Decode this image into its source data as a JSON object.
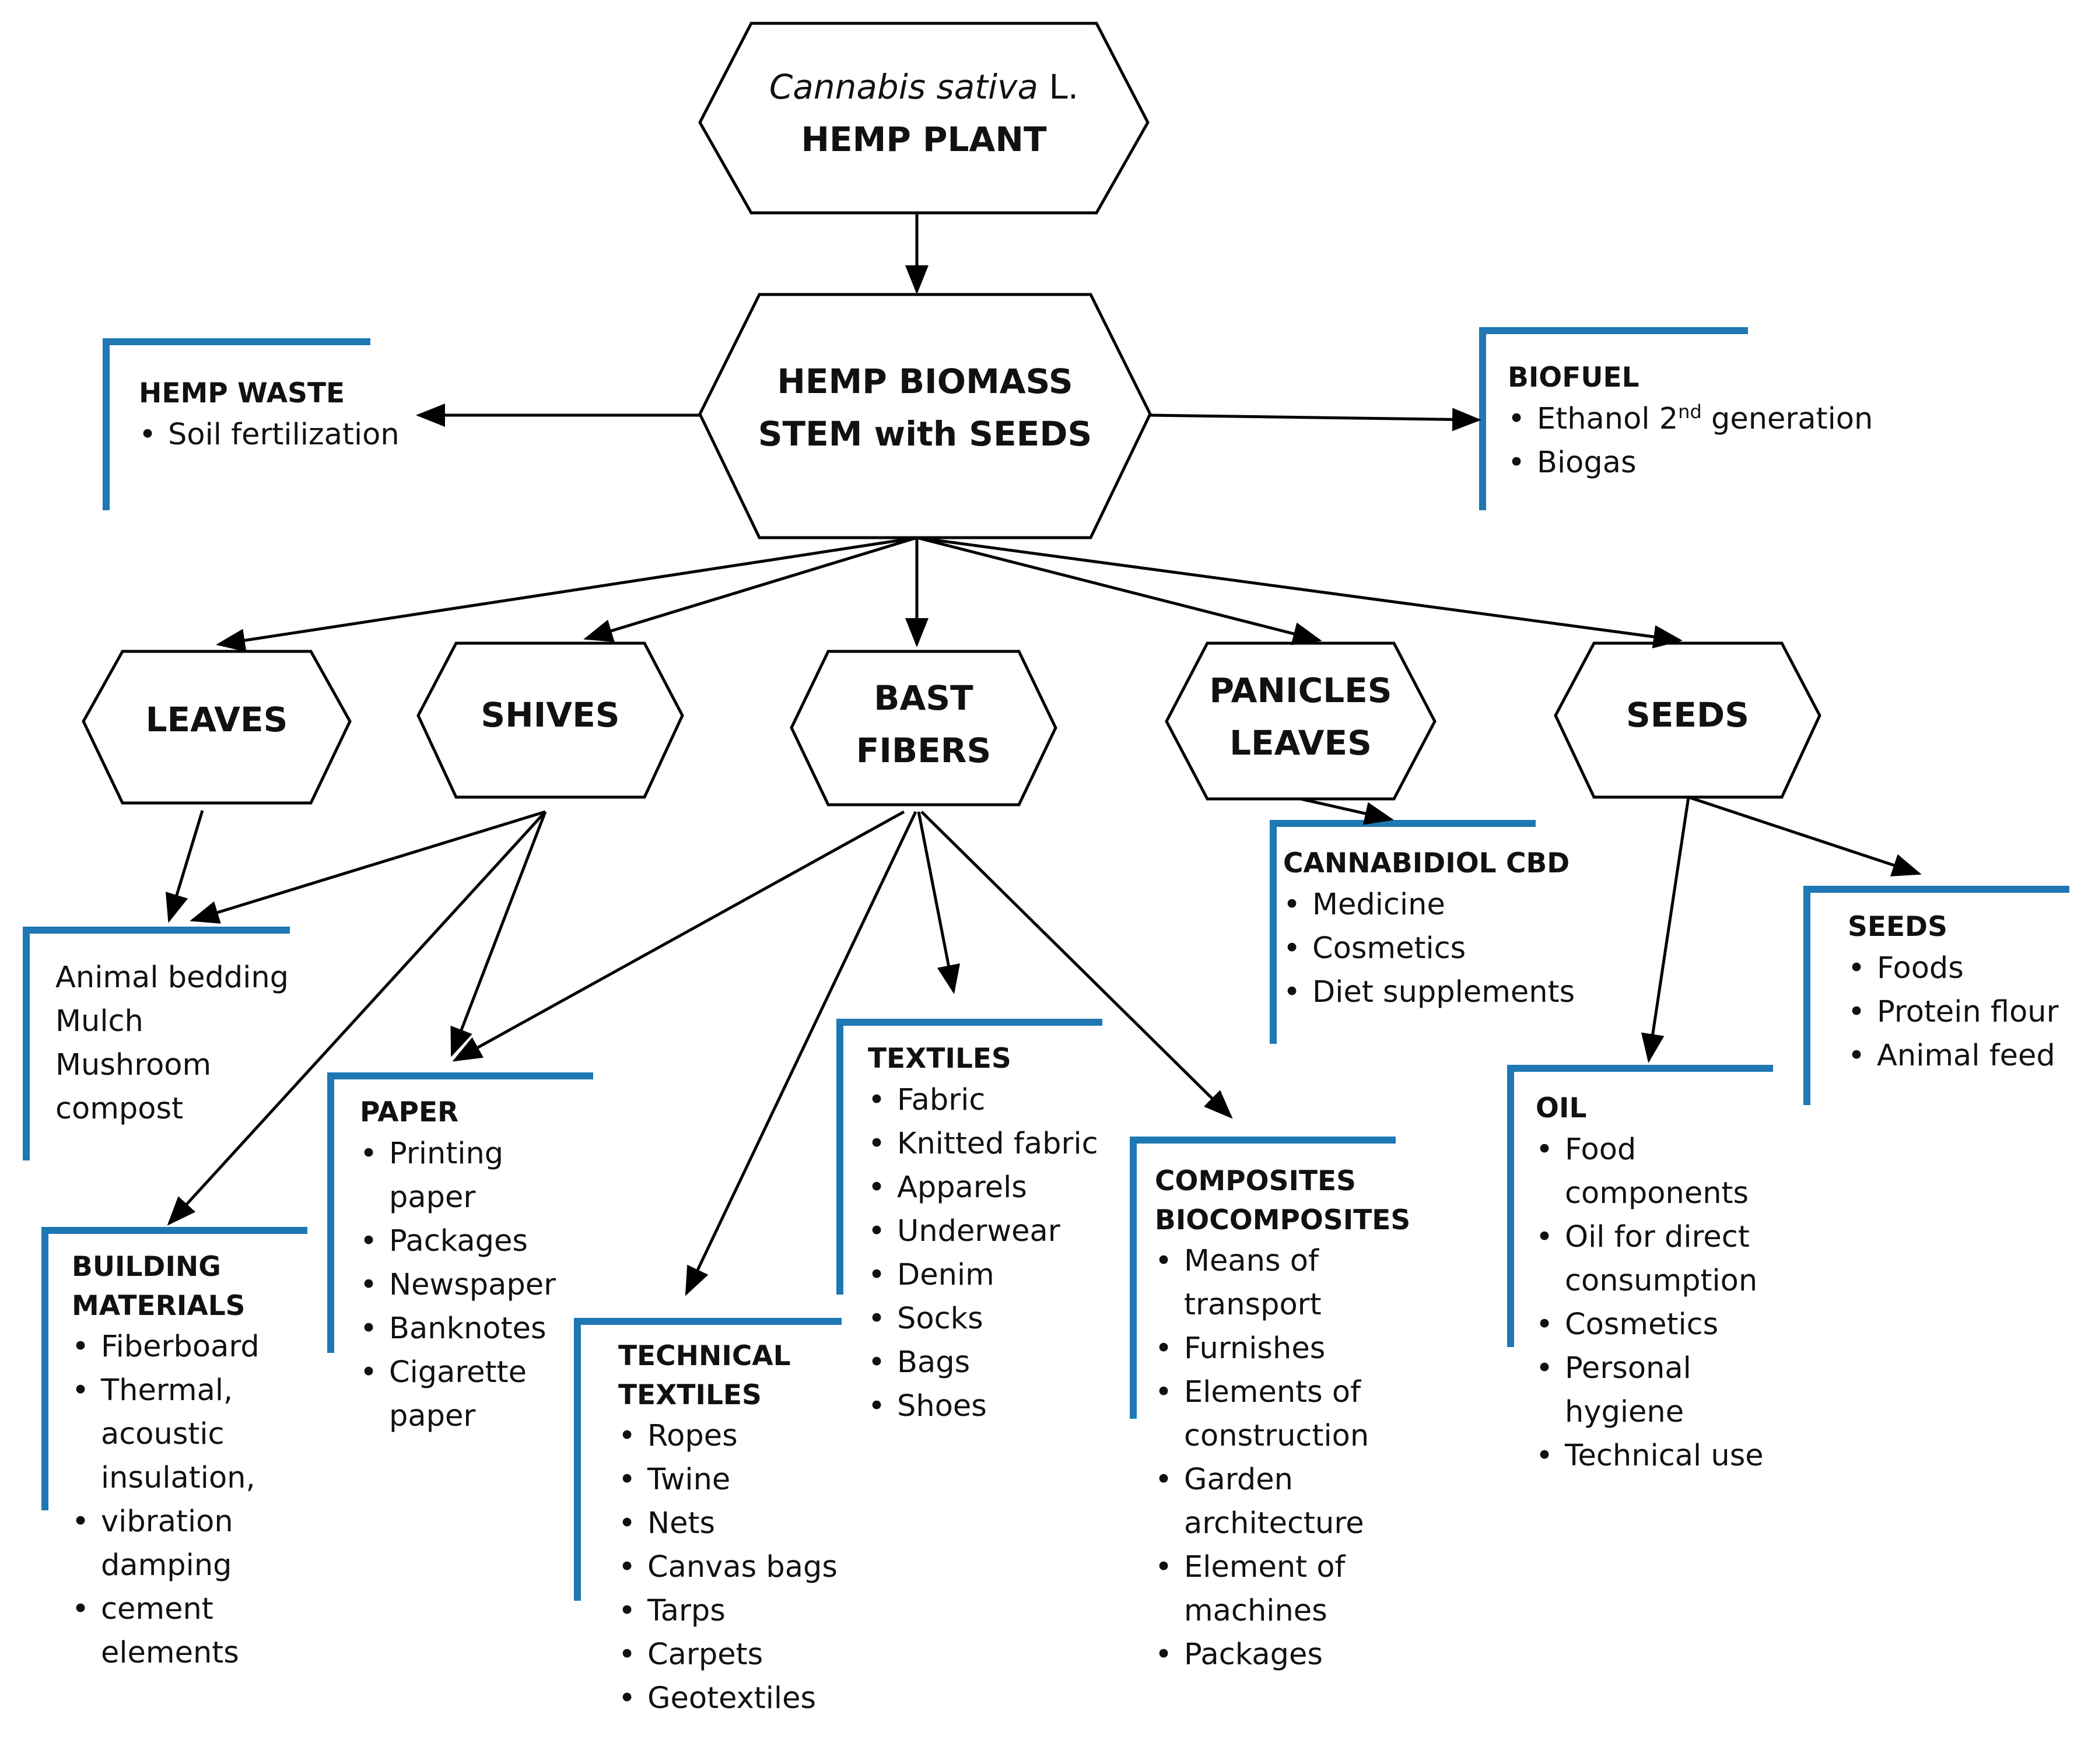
{
  "colors": {
    "accent": "#1f77b4",
    "line": "#000000"
  },
  "root": {
    "line1": "Cannabis sativa",
    "line1_suffix": " L.",
    "line2": "HEMP PLANT"
  },
  "biomass": {
    "line1": "HEMP BIOMASS",
    "line2": "STEM with SEEDS"
  },
  "hemp_waste": {
    "title": "HEMP WASTE",
    "items": [
      "Soil fertilization"
    ]
  },
  "biofuel": {
    "title": "BIOFUEL",
    "ethanol": "Ethanol 2",
    "ethanol_sup": "nd",
    "ethanol_suffix": " generation",
    "biogas": "Biogas"
  },
  "parts": {
    "leaves": "LEAVES",
    "shives": "SHIVES",
    "bast": {
      "line1": "BAST",
      "line2": "FIBERS"
    },
    "panicles": {
      "line1": "PANICLES",
      "line2": "LEAVES"
    },
    "seeds": "SEEDS"
  },
  "bedding": {
    "items": [
      "Animal bedding",
      "Mulch",
      "Mushroom",
      "compost"
    ]
  },
  "building": {
    "title_line1": "BUILDING",
    "title_line2": "MATERIALS",
    "items": [
      "Fiberboard",
      "Thermal, acoustic insulation,",
      "vibration damping",
      "cement elements"
    ]
  },
  "paper": {
    "title": "PAPER",
    "items": [
      "Printing paper",
      "Packages",
      "Newspaper",
      "Banknotes",
      "Cigarette paper"
    ]
  },
  "technical": {
    "title_line1": "TECHNICAL",
    "title_line2": "TEXTILES",
    "items": [
      "Ropes",
      "Twine",
      "Nets",
      "Canvas bags",
      "Tarps",
      "Carpets",
      "Geotextiles"
    ]
  },
  "textiles": {
    "title": "TEXTILES",
    "items": [
      "Fabric",
      "Knitted fabric",
      "Apparels",
      "Underwear",
      "Denim",
      "Socks",
      "Bags",
      "Shoes"
    ]
  },
  "composites": {
    "title_line1": "COMPOSITES",
    "title_line2": "BIOCOMPOSITES",
    "items": [
      "Means of transport",
      "Furnishes",
      "Elements of construction",
      "Garden architecture",
      "Element of machines",
      "Packages"
    ]
  },
  "cbd": {
    "title": "CANNABIDIOL CBD",
    "items": [
      "Medicine",
      "Cosmetics",
      "Diet supplements"
    ]
  },
  "oil": {
    "title": "OIL",
    "items": [
      "Food components",
      "Oil for direct consumption",
      "Cosmetics",
      "Personal hygiene",
      "Technical use"
    ]
  },
  "seed_products": {
    "title": "SEEDS",
    "items": [
      "Foods",
      "Protein flour",
      "Animal feed"
    ]
  }
}
